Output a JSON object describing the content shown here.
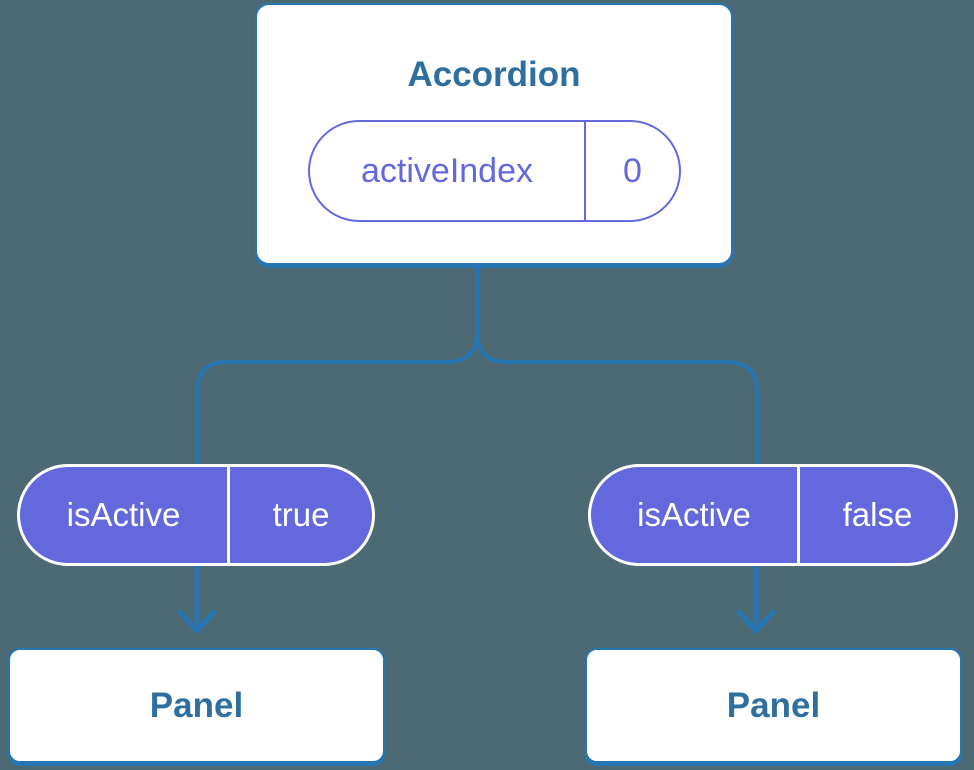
{
  "colors": {
    "background": "#4C6A74",
    "connector_blue": "#2776B3",
    "label_blue": "#2F6F9F",
    "pill_purple": "#6368DC",
    "white": "#FFFFFF"
  },
  "root_card": {
    "title": "Accordion",
    "prop_name": "activeIndex",
    "prop_value": "0"
  },
  "left_branch": {
    "state_name": "isActive",
    "state_value": "true",
    "panel_label": "Panel"
  },
  "right_branch": {
    "state_name": "isActive",
    "state_value": "false",
    "panel_label": "Panel"
  }
}
